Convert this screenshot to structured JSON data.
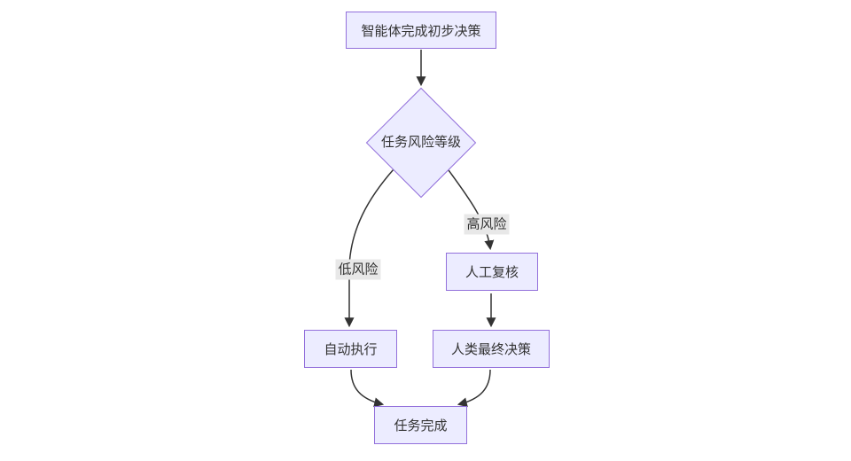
{
  "diagram": {
    "type": "flowchart",
    "direction": "top-down",
    "background_color": "#ffffff",
    "node_fill_color": "#ECECFF",
    "node_border_color": "#9370DB",
    "edge_color": "#333333",
    "edge_label_background": "#e8e8e8",
    "text_color": "#333333",
    "nodes": [
      {
        "id": "start",
        "shape": "rect",
        "label": "智能体完成初步决策"
      },
      {
        "id": "risk",
        "shape": "diamond",
        "label": "任务风险等级"
      },
      {
        "id": "review",
        "shape": "rect",
        "label": "人工复核"
      },
      {
        "id": "auto",
        "shape": "rect",
        "label": "自动执行"
      },
      {
        "id": "final",
        "shape": "rect",
        "label": "人类最终决策"
      },
      {
        "id": "done",
        "shape": "rect",
        "label": "任务完成"
      }
    ],
    "edges": [
      {
        "from": "start",
        "to": "risk",
        "label": ""
      },
      {
        "from": "risk",
        "to": "auto",
        "label": "低风险"
      },
      {
        "from": "risk",
        "to": "review",
        "label": "高风险"
      },
      {
        "from": "review",
        "to": "final",
        "label": ""
      },
      {
        "from": "auto",
        "to": "done",
        "label": ""
      },
      {
        "from": "final",
        "to": "done",
        "label": ""
      }
    ]
  }
}
